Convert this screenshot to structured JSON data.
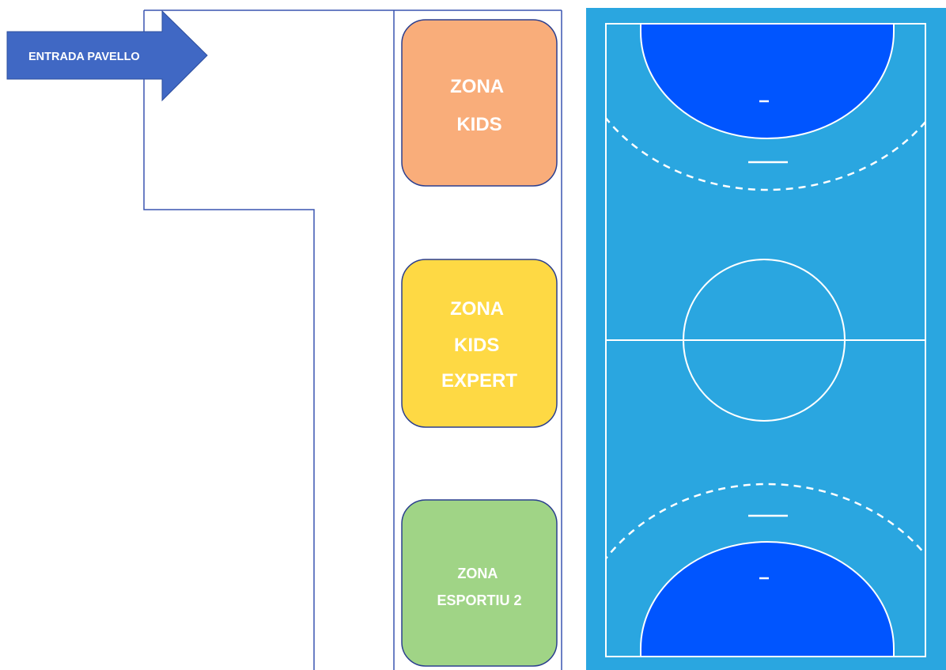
{
  "entrance": {
    "label": "ENTRADA PAVELLO"
  },
  "zones": [
    {
      "id": "kids",
      "lines": [
        "ZONA",
        "KIDS"
      ],
      "color": "#F9AD7A"
    },
    {
      "id": "kids-expert",
      "lines": [
        "ZONA",
        "KIDS",
        "EXPERT"
      ],
      "color": "#FED944"
    },
    {
      "id": "esportiu-2",
      "lines": [
        "ZONA",
        "ESPORTIU 2"
      ],
      "color": "#A0D486"
    }
  ],
  "colors": {
    "outline": "#3A55B0",
    "arrow": "#4068C4",
    "zone_border": "#2B3F8F",
    "court_surround": "#2AA6E0",
    "court_surface": "#2AA6E0",
    "court_lines": "#ffffff",
    "goal_area": "#0055FF"
  }
}
